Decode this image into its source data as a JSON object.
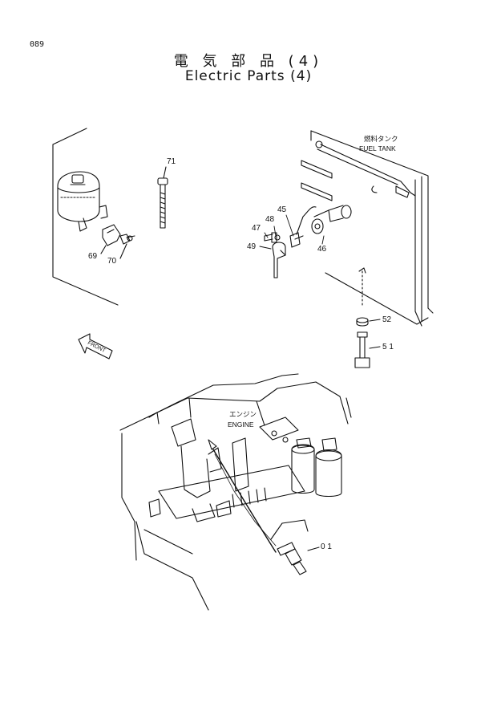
{
  "page_number": "089",
  "title_jp": "電 気 部 品 (4)",
  "title_en": "Electric Parts (4)",
  "labels": {
    "fuel_tank_jp": "燃料タンク",
    "fuel_tank_en": "FUEL TANK",
    "engine_jp": "エンジン",
    "engine_en": "ENGINE",
    "front": "FRONT"
  },
  "callouts": {
    "c71": "71",
    "c69": "69",
    "c70": "70",
    "c45": "45",
    "c48": "48",
    "c47": "47",
    "c49": "49",
    "c46": "46",
    "c52": "52",
    "c51": "5 1",
    "c01": "0 1"
  }
}
